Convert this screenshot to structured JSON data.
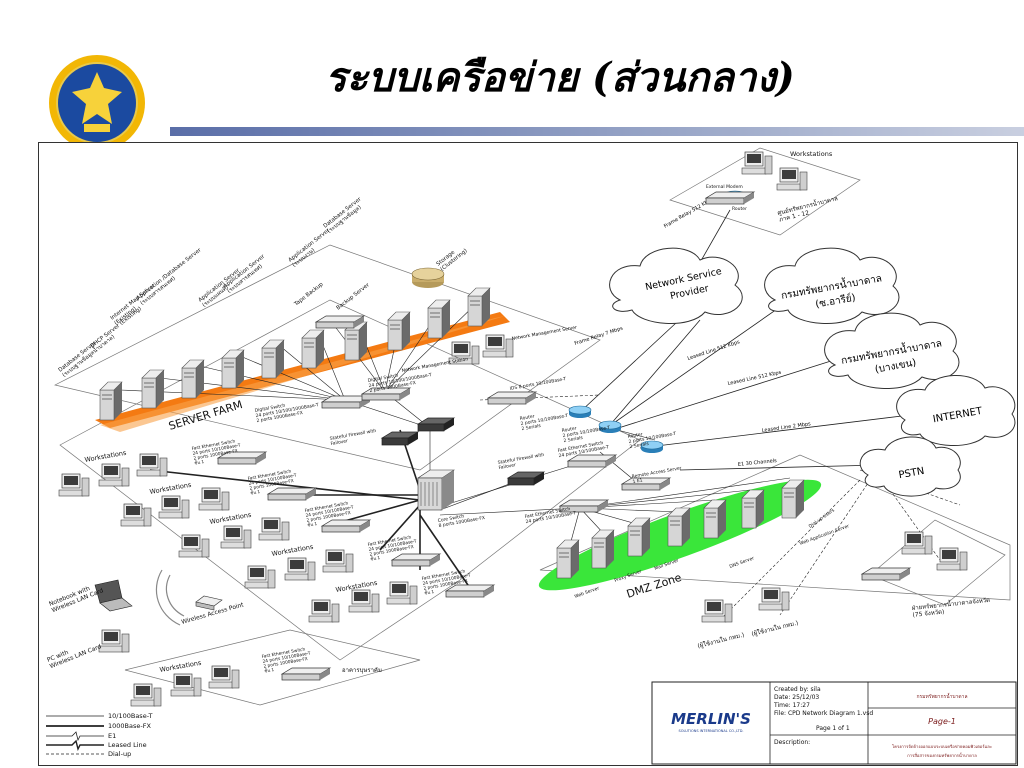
{
  "slide": {
    "title": "ระบบเครือข่าย (ส่วนกลาง)"
  },
  "colors": {
    "farm": "#f47a12",
    "dmz": "#3ae63a",
    "title_bar": "#5a6ea8",
    "router": "#3aa8e0",
    "seal_bg": "#1b4aa0",
    "seal_ring": "#f2b705"
  },
  "icons": [
    "seal-icon",
    "server-icon",
    "workstation-icon",
    "switch-icon",
    "router-icon",
    "firewall-icon",
    "cloud-icon",
    "laptop-icon",
    "access-point-icon",
    "storage-icon",
    "tape-icon",
    "modem-icon"
  ],
  "diagram": {
    "zones": {
      "server_farm": "SERVER FARM",
      "dmz": "DMZ Zone"
    },
    "clouds": {
      "nsp": [
        "Network Service",
        "Provider"
      ],
      "dept1": [
        "กรมทรัพยากรน้ำบาดาล",
        "(ซ.อารีย์)"
      ],
      "dept2": [
        "กรมทรัพยากรน้ำบาดาล",
        "(บางเขน)"
      ],
      "internet": "INTERNET",
      "pstn": "PSTN"
    },
    "links": {
      "frame_relay_512": "Frame Relay 512 Kbps",
      "frame_relay_7m": "Frame Relay 7 Mbps",
      "leased_512": "Leased Line 512 Kbps",
      "leased_512b": "Leased Line 512 Kbps",
      "leased_2m": "Leased Line 2 Mbps",
      "e1": "E1 30 Channels"
    },
    "farm_servers": [
      {
        "line1": "Database Server",
        "line2": "(ระบบฐานข้อมูลน้ำบาดาล)"
      },
      {
        "line1": "DHCP Server (Existing)",
        "line2": ""
      },
      {
        "line1": "Internet Map Server",
        "line2": "(Existing)"
      },
      {
        "line1": "Application /Database Server",
        "line2": "(ระบบสารสนเทศ)"
      },
      {
        "line1": "Application Server",
        "line2": "(ระบบแผนที่)"
      },
      {
        "line1": "Application Server",
        "line2": "(ระบบสารสนเทศ)"
      },
      {
        "line1": "Tape Backup",
        "line2": ""
      },
      {
        "line1": "Backup Server",
        "line2": ""
      },
      {
        "line1": "Application Server",
        "line2": "(ระบบงาน)"
      },
      {
        "line1": "Database Server",
        "line2": "(ระบบฐานข้อมูล)"
      },
      {
        "line1": "Storage",
        "line2": "(Clustering)"
      }
    ],
    "labels": {
      "network_mgmt_server": "Network Management Server",
      "nms_station": "Network Management Station",
      "digital_switch_1": "Digital Switch\n24 ports 10/100/1000Base-T\n2 ports 1000Base-FX",
      "digital_switch_2": "Digital Switch\n24 ports 10/100/1000Base-T\n2 ports 1000Base-FX",
      "stateful_firewall": "Stateful Firewall with\nFailover",
      "ids": "IDS 8 ports 10/100Base-T",
      "router_1": "Router\n2 ports 10/100Base-T\n2 Serials",
      "router_2": "Router\n2 ports 10/100Base-T\n2 Serials",
      "router_3": "Router\n2 ports 10/100Base-T\n2 Serials",
      "stateful_firewall_2": "Stateful Firewall with\nFailover",
      "fe_switch_dmz": "Fast Ethernet Switch\n24 ports 10/100Base-T",
      "remote_access": "Remote Access Server\n1 E1",
      "core_switch": "Core Switch\n8 ports 1000Base-FX",
      "fe_switch_dmz_2": "Fast Ethernet Switch\n24 ports 10/100Base-T",
      "fe_switch": "Fast Ethernet Switch\n24 ports 10/100Base-T\n2 ports 1000Base-FX\nชั้น 1",
      "wireless_ap": "Wireless Access Point",
      "notebook": "Notebook with\nWireless LAN Card",
      "pc_wlan": "PC with\nWireless LAN Card",
      "building": "อาคารบุษราคัม",
      "regional": "ศูนย์ทรัพยากรน้ำบาดาล\nภาค 1 - 12",
      "provincial": "ฝ่ายทรัพยากรน้ำบาดาลจังหวัด\n(75 จังหวัด)",
      "ext_user_1": "(ผู้ใช้งานใน กทม.)",
      "ext_user_2": "(ผู้ใช้งานใน กทม.)",
      "external_modem": "External Modem",
      "router_remote": "Router",
      "workstations": "Workstations",
      "web_server": "Web Server",
      "proxy_server": "Proxy Server",
      "mail_server": "Mail Server",
      "dns_server": "DNS Server",
      "web_app_server": "Web Application Server",
      "dial_up_users": "Dial-up Users"
    },
    "legend": [
      {
        "label": "10/100Base-T"
      },
      {
        "label": "1000Base-FX"
      },
      {
        "label": "E1"
      },
      {
        "label": "Leased Line"
      },
      {
        "label": "Dial-up"
      }
    ],
    "title_block": {
      "company": "MERLIN'S",
      "company_sub": "SOLUTIONS INTERNATIONAL CO.,LTD.",
      "created_by": "Created by: sila",
      "date": "Date: 25/12/03",
      "time": "Time: 17:27",
      "file": "File: CPD Network Diagram 1.vsd",
      "page_of": "Page 1 of 1",
      "description": "Description:",
      "org": "กรมทรัพยากรน้ำบาดาล",
      "page": "Page-1",
      "project_1": "โครงการจัดจ้างออกแบบระบบเครือข่ายคอมพิวเตอร์และ",
      "project_2": "การสื่อสารของกรมทรัพยากรน้ำบาดาล"
    }
  }
}
